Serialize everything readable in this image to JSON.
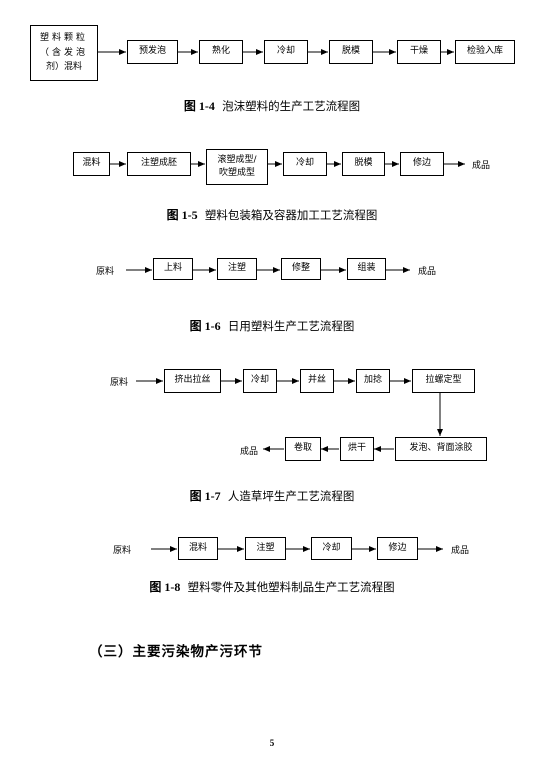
{
  "fig4": {
    "source_lines": [
      "塑料颗粒",
      "（含发泡",
      "剂）混料"
    ],
    "steps": [
      "预发泡",
      "熟化",
      "冷却",
      "脱模",
      "干燥",
      "检验入库"
    ],
    "caption_num": "图 1-4",
    "caption_text": "泡沫塑料的生产工艺流程图"
  },
  "fig5": {
    "steps": [
      "混料",
      "注塑成胚",
      "滚塑成型/吹塑成型",
      "冷却",
      "脱模",
      "修边"
    ],
    "output": "成品",
    "caption_num": "图 1-5",
    "caption_text": "塑料包装箱及容器加工工艺流程图"
  },
  "fig6": {
    "input": "原料",
    "steps": [
      "上料",
      "注塑",
      "修整",
      "组装"
    ],
    "output": "成品",
    "caption_num": "图 1-6",
    "caption_text": "日用塑料生产工艺流程图"
  },
  "fig7": {
    "input": "原料",
    "row1": [
      "挤出拉丝",
      "冷却",
      "并丝",
      "加捻",
      "拉螺定型"
    ],
    "row2": [
      "发泡、背面涂胶",
      "烘干",
      "卷取"
    ],
    "output": "成品",
    "caption_num": "图 1-7",
    "caption_text": "人造草坪生产工艺流程图"
  },
  "fig8": {
    "input": "原料",
    "steps": [
      "混料",
      "注塑",
      "冷却",
      "修边"
    ],
    "output": "成品",
    "caption_num": "图 1-8",
    "caption_text": "塑料零件及其他塑料制品生产工艺流程图"
  },
  "section_heading": "（三）主要污染物产污环节",
  "page_number": "5"
}
